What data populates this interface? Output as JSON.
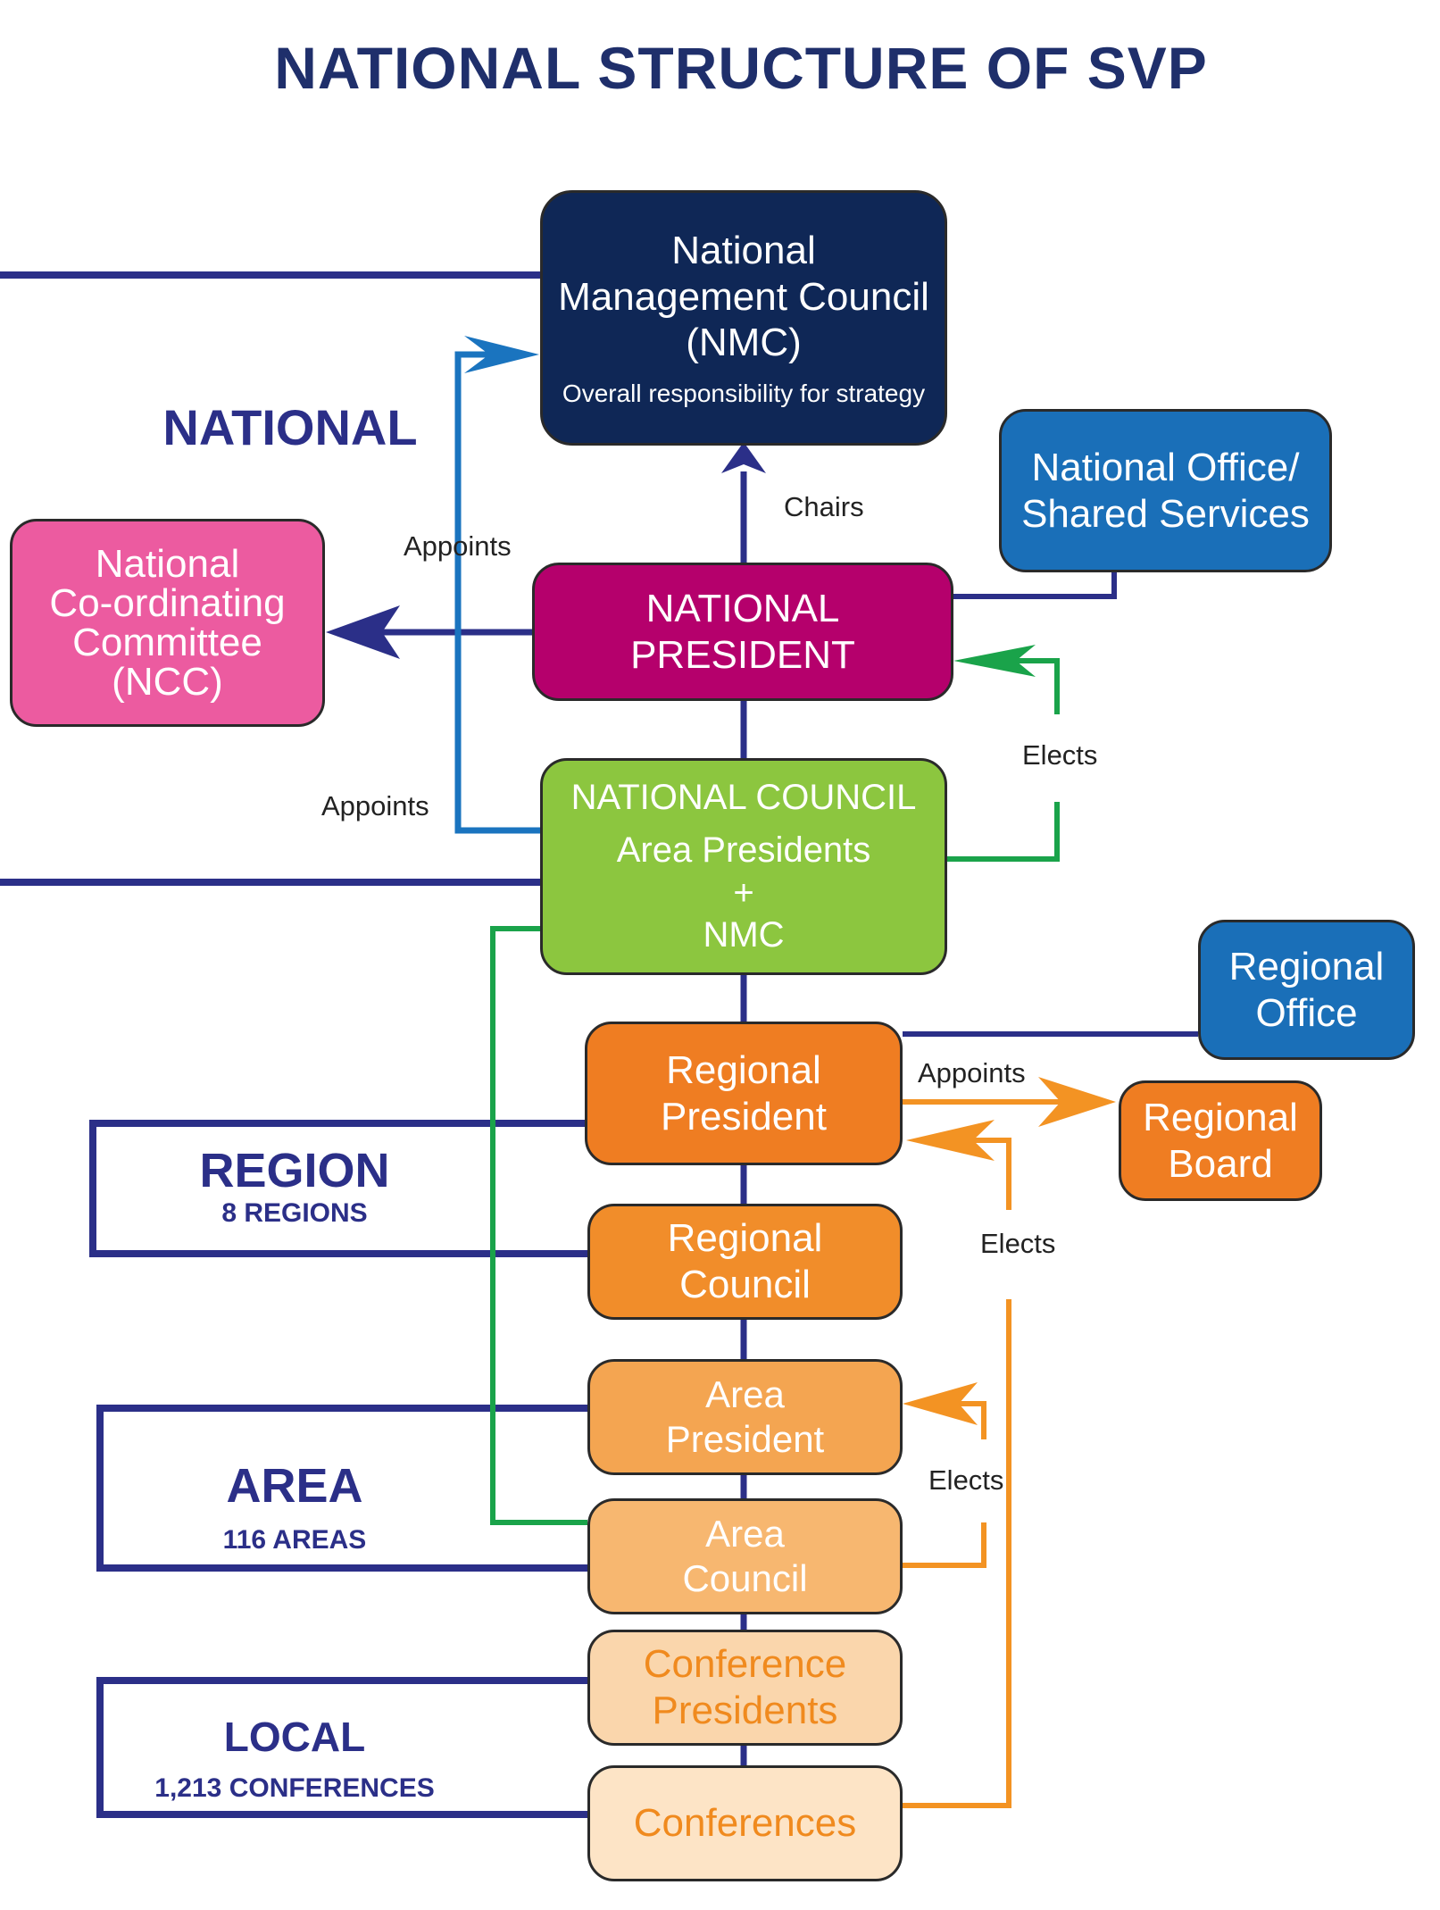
{
  "title": "NATIONAL STRUCTURE OF SVP",
  "levels": {
    "national": {
      "label": "NATIONAL"
    },
    "region": {
      "label": "REGION",
      "count": "8 REGIONS"
    },
    "area": {
      "label": "AREA",
      "count": "116 AREAS"
    },
    "local": {
      "label": "LOCAL",
      "count": "1,213 CONFERENCES"
    }
  },
  "boxes": {
    "nmc": {
      "line1": "National",
      "line2": "Management Council",
      "line3": "(NMC)",
      "subtitle": "Overall responsibility for strategy",
      "color": "#0f2756"
    },
    "national_office": {
      "line1": "National Office/",
      "line2": "Shared Services",
      "color": "#1a6fb8"
    },
    "ncc": {
      "line1": "National",
      "line2": "Co-ordinating",
      "line3": "Committee",
      "line4": "(NCC)",
      "color": "#ec5ba0"
    },
    "national_president": {
      "label": "NATIONAL PRESIDENT",
      "color": "#b5006c"
    },
    "national_council": {
      "line1": "NATIONAL COUNCIL",
      "line2": "Area Presidents",
      "line3": "+",
      "line4": "NMC",
      "color": "#8cc63f"
    },
    "regional_office": {
      "line1": "Regional",
      "line2": "Office",
      "color": "#1a6fb8"
    },
    "regional_president": {
      "line1": "Regional",
      "line2": "President",
      "color": "#ef7d22"
    },
    "regional_board": {
      "line1": "Regional",
      "line2": "Board",
      "color": "#ef7d22"
    },
    "regional_council": {
      "line1": "Regional",
      "line2": "Council",
      "color": "#f18d2a"
    },
    "area_president": {
      "line1": "Area",
      "line2": "President",
      "color": "#f4a551"
    },
    "area_council": {
      "line1": "Area",
      "line2": "Council",
      "color": "#f7b770"
    },
    "conference_presidents": {
      "line1": "Conference",
      "line2": "Presidents",
      "color": "#fad6ac"
    },
    "conferences": {
      "label": "Conferences",
      "color": "#fde4c6"
    }
  },
  "annotations": {
    "chairs": "Chairs",
    "appoints_nmc": "Appoints",
    "appoints_ncc": "Appoints",
    "elects_np": "Elects",
    "appoints_rb": "Appoints",
    "elects_rp": "Elects",
    "elects_ap": "Elects"
  },
  "line_colors": {
    "structure": "#2b2f88",
    "appoints": "#1a74bf",
    "national_council_link": "#1aa34a",
    "elects_national": "#1aa34a",
    "regional": "#f39323"
  }
}
